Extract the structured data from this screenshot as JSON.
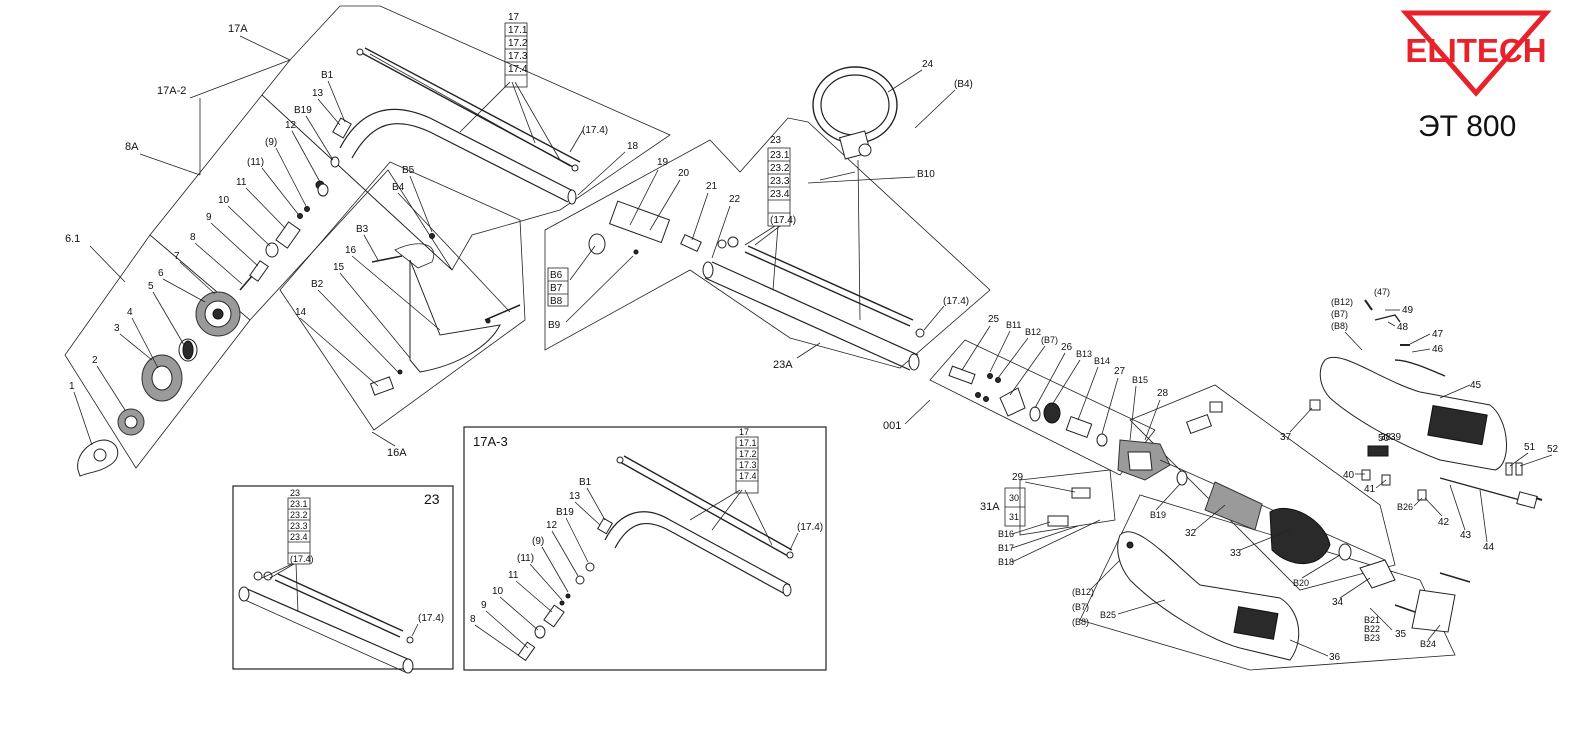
{
  "brand": {
    "name": "ELITECH",
    "model": "ЭТ 800",
    "color": "#e8222a"
  },
  "groups": {
    "g17A": "17A",
    "g17A2": "17A-2",
    "g8A": "8A",
    "g61": "6.1",
    "g16A": "16A",
    "g23A": "23A",
    "g001": "001",
    "g31A": "31A",
    "g23box": "23",
    "g17A3box": "17A-3"
  },
  "stack17": [
    "17",
    "17.1",
    "17.2",
    "17.3",
    "17.4"
  ],
  "stack23": [
    "23",
    "23.1",
    "23.2",
    "23.3",
    "23.4",
    "(17.4)"
  ],
  "stack_b6": [
    "B6",
    "B7",
    "B8"
  ],
  "stack_3031": [
    "30",
    "31"
  ],
  "labels": {
    "p1": "1",
    "p2": "2",
    "p3": "3",
    "p4": "4",
    "p5": "5",
    "p6": "6",
    "p7": "7",
    "p8": "8",
    "p9": "9",
    "p10": "10",
    "p11": "11",
    "p11b": "(11)",
    "p9b": "(9)",
    "p12": "12",
    "p13": "13",
    "pB19": "B19",
    "pB1": "B1",
    "p174a": "(17.4)",
    "p18": "18",
    "p14": "14",
    "p15": "15",
    "p16": "16",
    "pB2": "B2",
    "pB3": "B3",
    "pB4": "B4",
    "pB5": "B5",
    "p19": "19",
    "p20": "20",
    "p21": "21",
    "p22": "22",
    "pB9": "B9",
    "p174b": "(17.4)",
    "p24": "24",
    "pB4b": "(B4)",
    "pB10": "B10",
    "p25": "25",
    "pB11": "B11",
    "pB12": "B12",
    "pB17": "(B7)",
    "p26": "26",
    "pB13": "B13",
    "pB14": "B14",
    "p27": "27",
    "pB15": "B15",
    "p28": "28",
    "p29": "29",
    "pB16": "B16",
    "pB17b": "B17",
    "pB18": "B18",
    "pB19b": "B19",
    "p32": "32",
    "p33": "33",
    "pB20": "B20",
    "p34": "34",
    "p35": "35",
    "pB21": "B21",
    "pB22": "B22",
    "pB23": "B23",
    "pB24": "B24",
    "p36": "36",
    "pB25": "B25",
    "pB12b": "(B12)",
    "pB7b": "(B7)",
    "pB8b": "(B8)",
    "p37": "37",
    "p38": "38",
    "p39": "39",
    "p40": "40",
    "p41": "41",
    "p42": "42",
    "p43": "43",
    "p44": "44",
    "p45": "45",
    "p46": "46",
    "p47": "47",
    "p47b": "(47)",
    "p48": "48",
    "p49": "49",
    "p50": "50",
    "p51": "51",
    "p52": "52",
    "pB26": "B26",
    "pB12c": "(B12)",
    "pB7c": "(B7)",
    "pB8c": "(B8)",
    "q8": "8",
    "q9": "9",
    "q10": "10",
    "q11": "11",
    "q11b": "(11)",
    "q9b": "(9)",
    "q12": "12",
    "qB19": "B19",
    "q13": "13",
    "qB1": "B1",
    "q174": "(17.4)",
    "r174": "(17.4)"
  }
}
